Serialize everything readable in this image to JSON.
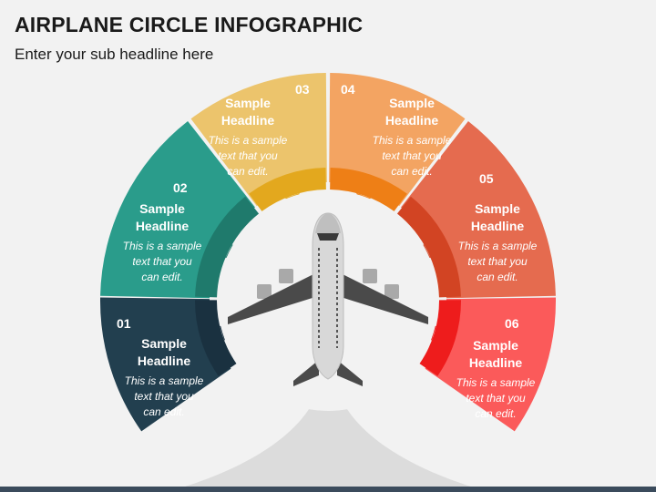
{
  "title": "AIRPLANE CIRCLE INFOGRAPHIC",
  "subtitle": "Enter your sub headline here",
  "segments": [
    {
      "number": "01",
      "heading_line1": "Sample",
      "heading_line2": "Headline",
      "body_line1": "This is a sample",
      "body_line2": "text that you",
      "body_line3": "can edit.",
      "color": "#223f4f",
      "inner_color": "#1a3140"
    },
    {
      "number": "02",
      "heading_line1": "Sample",
      "heading_line2": "Headline",
      "body_line1": "This is a sample",
      "body_line2": "text that you",
      "body_line3": "can edit.",
      "color": "#2a9c8b",
      "inner_color": "#1f7a6c"
    },
    {
      "number": "03",
      "heading_line1": "Sample",
      "heading_line2": "Headline",
      "body_line1": "This is a sample",
      "body_line2": "text that you",
      "body_line3": "can edit.",
      "color": "#ecc46c",
      "inner_color": "#e3a81e"
    },
    {
      "number": "04",
      "heading_line1": "Sample",
      "heading_line2": "Headline",
      "body_line1": "This is a sample",
      "body_line2": "text that you",
      "body_line3": "can edit.",
      "color": "#f3a462",
      "inner_color": "#ee7f16"
    },
    {
      "number": "05",
      "heading_line1": "Sample",
      "heading_line2": "Headline",
      "body_line1": "This is a sample",
      "body_line2": "text that you",
      "body_line3": "can edit.",
      "color": "#e56b4f",
      "inner_color": "#d24423"
    },
    {
      "number": "06",
      "heading_line1": "Sample",
      "heading_line2": "Headline",
      "body_line1": "This is a sample",
      "body_line2": "text that you",
      "body_line3": "can edit.",
      "color": "#fb5a5a",
      "inner_color": "#ee1c1c"
    }
  ],
  "icons": {
    "center": "airplane-icon"
  }
}
